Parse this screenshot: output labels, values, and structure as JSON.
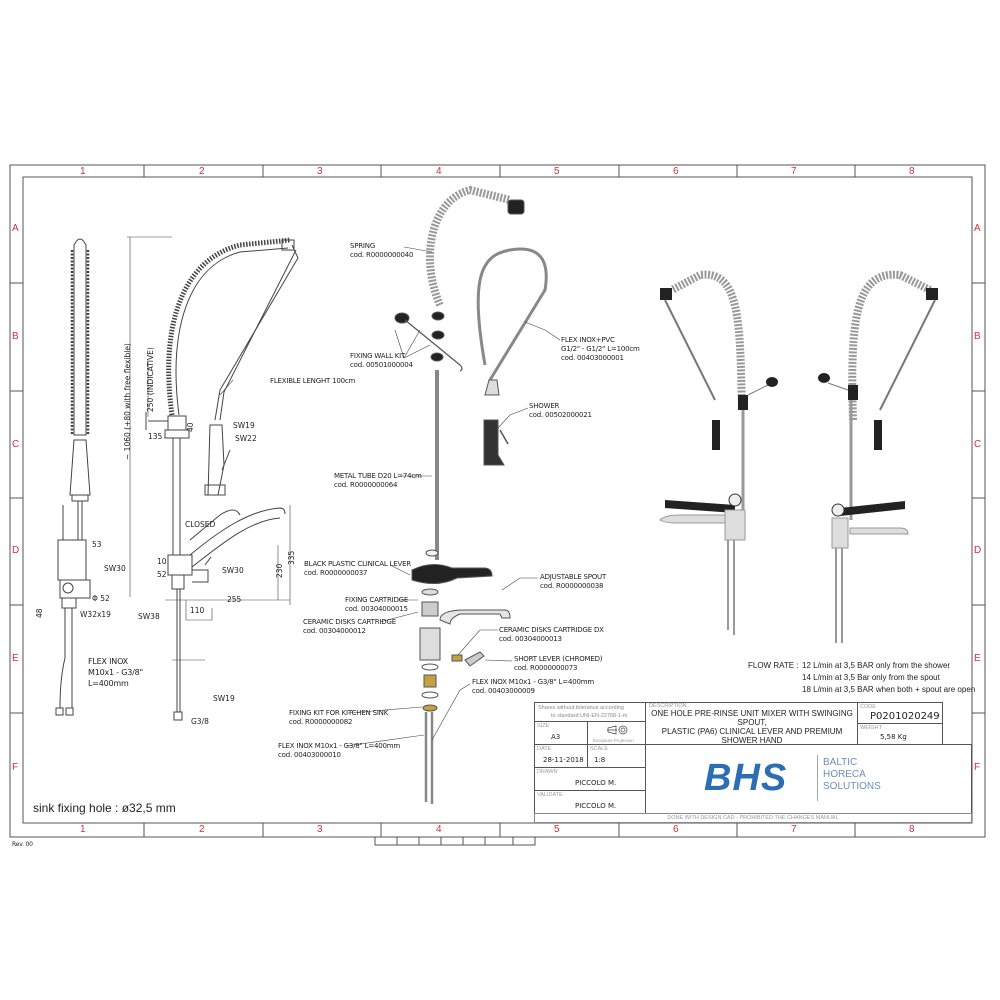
{
  "frame": {
    "columns": [
      "1",
      "2",
      "3",
      "4",
      "5",
      "6",
      "7",
      "8"
    ],
    "rows": [
      "A",
      "B",
      "C",
      "D",
      "E",
      "F"
    ],
    "revision": "Rev. 00"
  },
  "side_view": {
    "labels": {
      "flexible_length": "FLEXIBLE LENGHT 100cm",
      "sw19_top": "SW19",
      "sw22": "SW22",
      "dim_135": "135",
      "dim_40": "40",
      "dim_250": "250 (INDICATIVE)",
      "dim_1060": "~ 1060 (+80 with free flexible)",
      "closed": "CLOSED",
      "dim_53": "53",
      "sw30_left": "SW30",
      "phi52": "Φ 52",
      "dim_48": "48",
      "w32x19": "W32x19",
      "dim_10": "10",
      "dim_52": "52",
      "sw30_right": "SW30",
      "dim_255": "255",
      "dim_230": "230",
      "dim_335": "335",
      "sw38": "SW38",
      "dim_110": "110",
      "flex_inox": [
        "FLEX INOX",
        "M10x1 - G3/8\"",
        "L=400mm"
      ],
      "sw19_bottom": "SW19",
      "g38": "G3/8"
    },
    "sink_note": "sink fixing hole : ø32,5 mm"
  },
  "exploded_view": {
    "parts": [
      {
        "name": "SPRING",
        "code": "cod. R0000000040"
      },
      {
        "name": "FIXING WALL KIT",
        "code": "cod. 00501000004"
      },
      {
        "name": "METAL TUBE D20 L=74cm",
        "code": "cod. R0000000064"
      },
      {
        "name": "FLEX INOX+PVC",
        "spec": "G1/2\" - G1/2\" L=100cm",
        "code": "cod. 00403000001"
      },
      {
        "name": "SHOWER",
        "code": "cod. 00502000021"
      },
      {
        "name": "BLACK PLASTIC CLINICAL LEVER",
        "code": "cod. R0000000037"
      },
      {
        "name": "FIXING CARTRIDGE",
        "code": "cod. 00304000015"
      },
      {
        "name": "CERAMIC DISKS CARTRIDGE",
        "code": "cod. 00304000012"
      },
      {
        "name": "ADJUSTABLE SPOUT",
        "code": "cod. R0000000038"
      },
      {
        "name": "CERAMIC DISKS CARTRIDGE DX",
        "code": "cod. 00304000013"
      },
      {
        "name": "SHORT LEVER (CHROMED)",
        "code": "cod. R0000000073"
      },
      {
        "name": "FLEX INOX M10x1 - G3/8\" L=400mm",
        "code": "cod. 00403000009"
      },
      {
        "name": "FIXING KIT FOR KITCHEN SINK",
        "code": "cod. R0000000082"
      },
      {
        "name": "FLEX INOX M10x1 - G3/8\" L=400mm",
        "code": "cod. 00403000010"
      }
    ]
  },
  "flow_rate": {
    "label": "FLOW RATE :",
    "lines": [
      "12 L/min at 3,5 BAR only from the shower",
      "14 L/min at 3,5 Bar only from the spout",
      "18 L/min at 3,5 BAR when both + spout are open"
    ]
  },
  "title_block": {
    "tolerance_note": [
      "Shares without tolerance according",
      "to standard  UNI-EN-22768-1-m"
    ],
    "size_label": "SIZE",
    "size": "A3",
    "projection": "European Projection",
    "date_label": "DATE",
    "date": "28-11-2018",
    "scale_label": "SCALE",
    "scale": "1:8",
    "drawn_label": "DRAWN",
    "drawn": "PICCOLO M.",
    "validate_label": "VALIDATE",
    "validate": "PICCOLO M.",
    "description_label": "DESCRIPTION",
    "description": [
      "ONE HOLE PRE-RINSE UNIT MIXER WITH SWINGING SPOUT,",
      "PLASTIC (PA6) CLINICAL LEVER AND PREMIUM SHOWER HAND"
    ],
    "code_label": "CODE",
    "code": "P0201020249",
    "weight_label": "WEIGHT",
    "weight": "5,58 Kg",
    "logo": {
      "mark": "BHS",
      "name": [
        "BALTIC",
        "HORECA",
        "SOLUTIONS"
      ],
      "color": "#2c6db3"
    },
    "footer": "DONE WITH DESIGN CAD - PROHIBITED THE CHANGES MANUAL"
  }
}
